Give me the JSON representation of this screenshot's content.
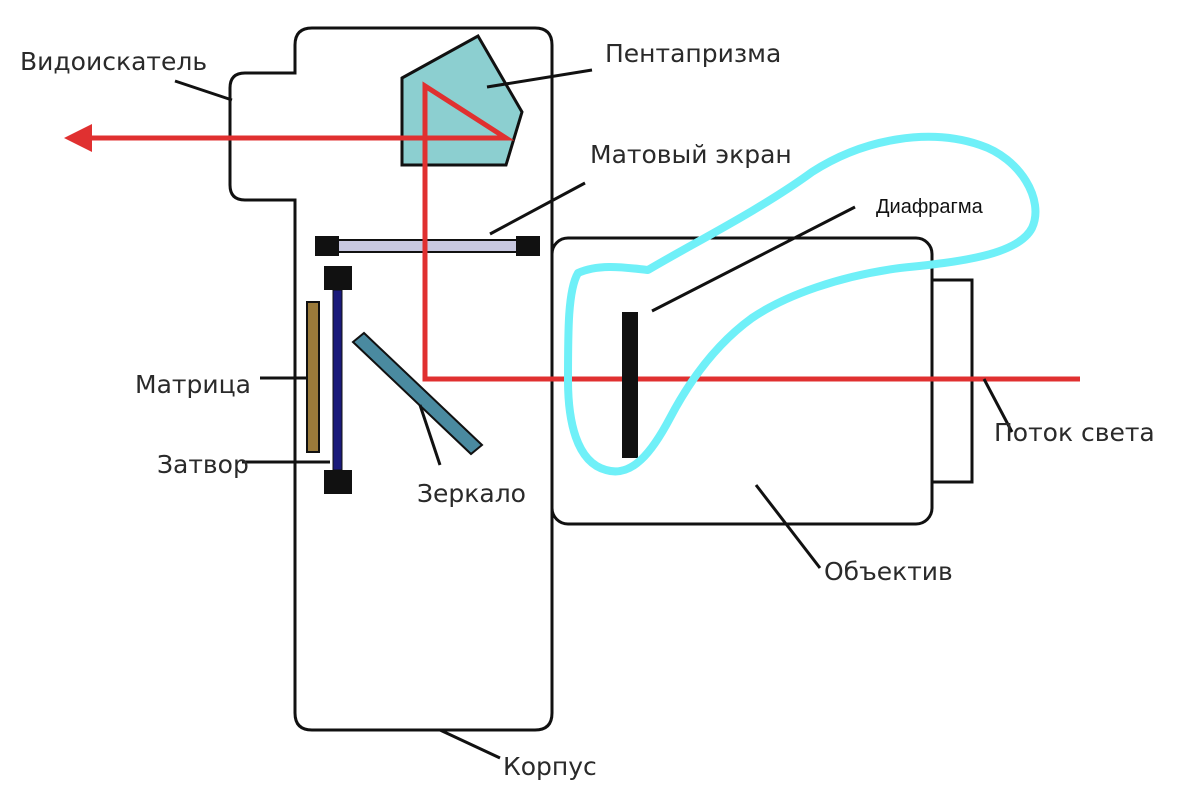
{
  "labels": {
    "viewfinder": "Видоискатель",
    "pentaprism": "Пентапризма",
    "focusing_screen": "Матовый экран",
    "aperture": "Диафрагма",
    "sensor": "Матрица",
    "shutter": "Затвор",
    "mirror": "Зеркало",
    "light_flow": "Поток света",
    "lens": "Объектив",
    "body": "Корпус"
  },
  "colors": {
    "outline": "#111111",
    "light_ray": "#e03030",
    "prism_fill": "#8ccfd0",
    "screen_fill": "#c8c8e0",
    "sensor_fill": "#9a7a3a",
    "shutter_bar": "#1a1a7a",
    "mirror_fill": "#4a8aa0",
    "highlight": "#6ff0f8"
  }
}
